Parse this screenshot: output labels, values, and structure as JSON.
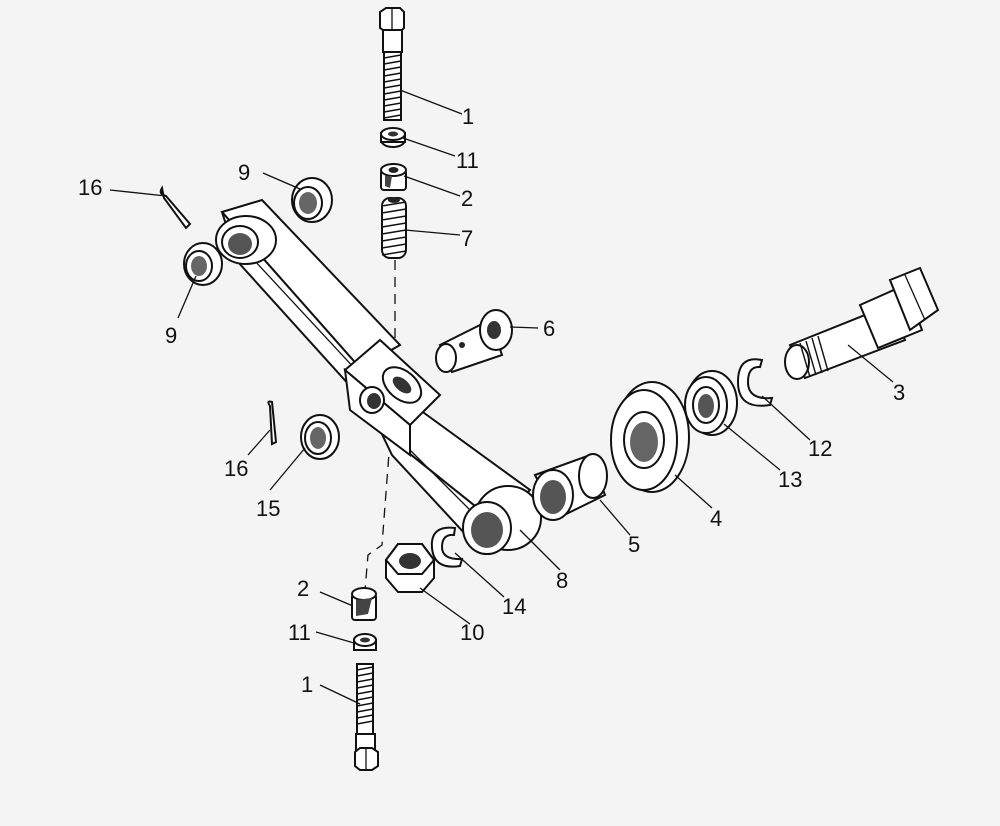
{
  "callouts": [
    {
      "id": "1a",
      "label": "1"
    },
    {
      "id": "11a",
      "label": "11"
    },
    {
      "id": "2a",
      "label": "2"
    },
    {
      "id": "7",
      "label": "7"
    },
    {
      "id": "16a",
      "label": "16"
    },
    {
      "id": "9a",
      "label": "9"
    },
    {
      "id": "9b",
      "label": "9"
    },
    {
      "id": "6",
      "label": "6"
    },
    {
      "id": "3",
      "label": "3"
    },
    {
      "id": "12",
      "label": "12"
    },
    {
      "id": "13",
      "label": "13"
    },
    {
      "id": "4",
      "label": "4"
    },
    {
      "id": "5",
      "label": "5"
    },
    {
      "id": "16b",
      "label": "16"
    },
    {
      "id": "15",
      "label": "15"
    },
    {
      "id": "8",
      "label": "8"
    },
    {
      "id": "14",
      "label": "14"
    },
    {
      "id": "10",
      "label": "10"
    },
    {
      "id": "2b",
      "label": "2"
    },
    {
      "id": "11b",
      "label": "11"
    },
    {
      "id": "1b",
      "label": "1"
    }
  ]
}
